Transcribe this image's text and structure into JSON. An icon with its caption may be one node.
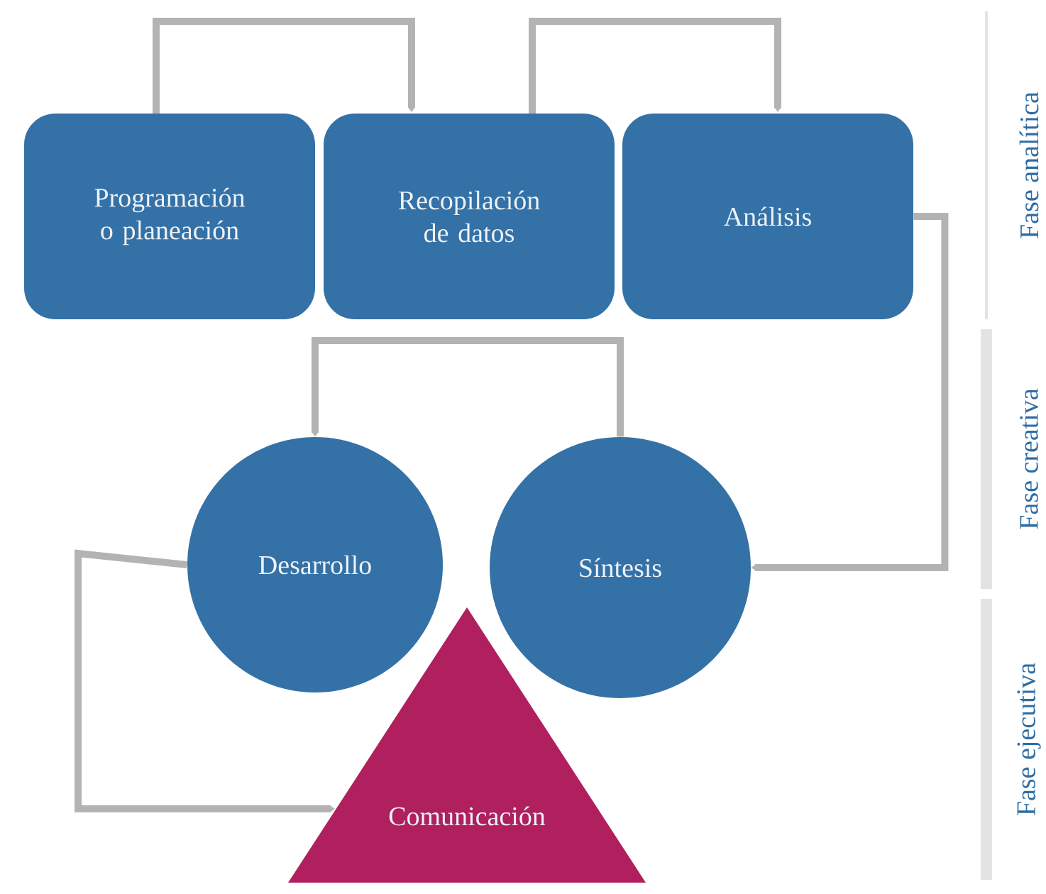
{
  "diagram": {
    "nodes": [
      {
        "text": [
          "Programación o planeación"
        ]
      },
      {
        "text": [
          "Recopilación de datos"
        ]
      },
      {
        "text": [
          "Análisis"
        ]
      },
      {
        "text": [
          "Desarrollo"
        ]
      },
      {
        "text": [
          "Síntesis"
        ]
      },
      {
        "text": [
          "Comunicación"
        ]
      }
    ],
    "edges": [
      {
        "from": 0,
        "to": 1,
        "arrow": "to"
      },
      {
        "from": 1,
        "to": 2,
        "arrow": "to"
      },
      {
        "from": 2,
        "to": 4,
        "arrow": "to"
      },
      {
        "from": 4,
        "to": 3,
        "arrow": "to"
      },
      {
        "from": 3,
        "to": 5,
        "arrow": "to"
      }
    ],
    "labels": [
      "Fase analítica",
      "Fase creativa",
      "Fase ejecutiva"
    ]
  }
}
